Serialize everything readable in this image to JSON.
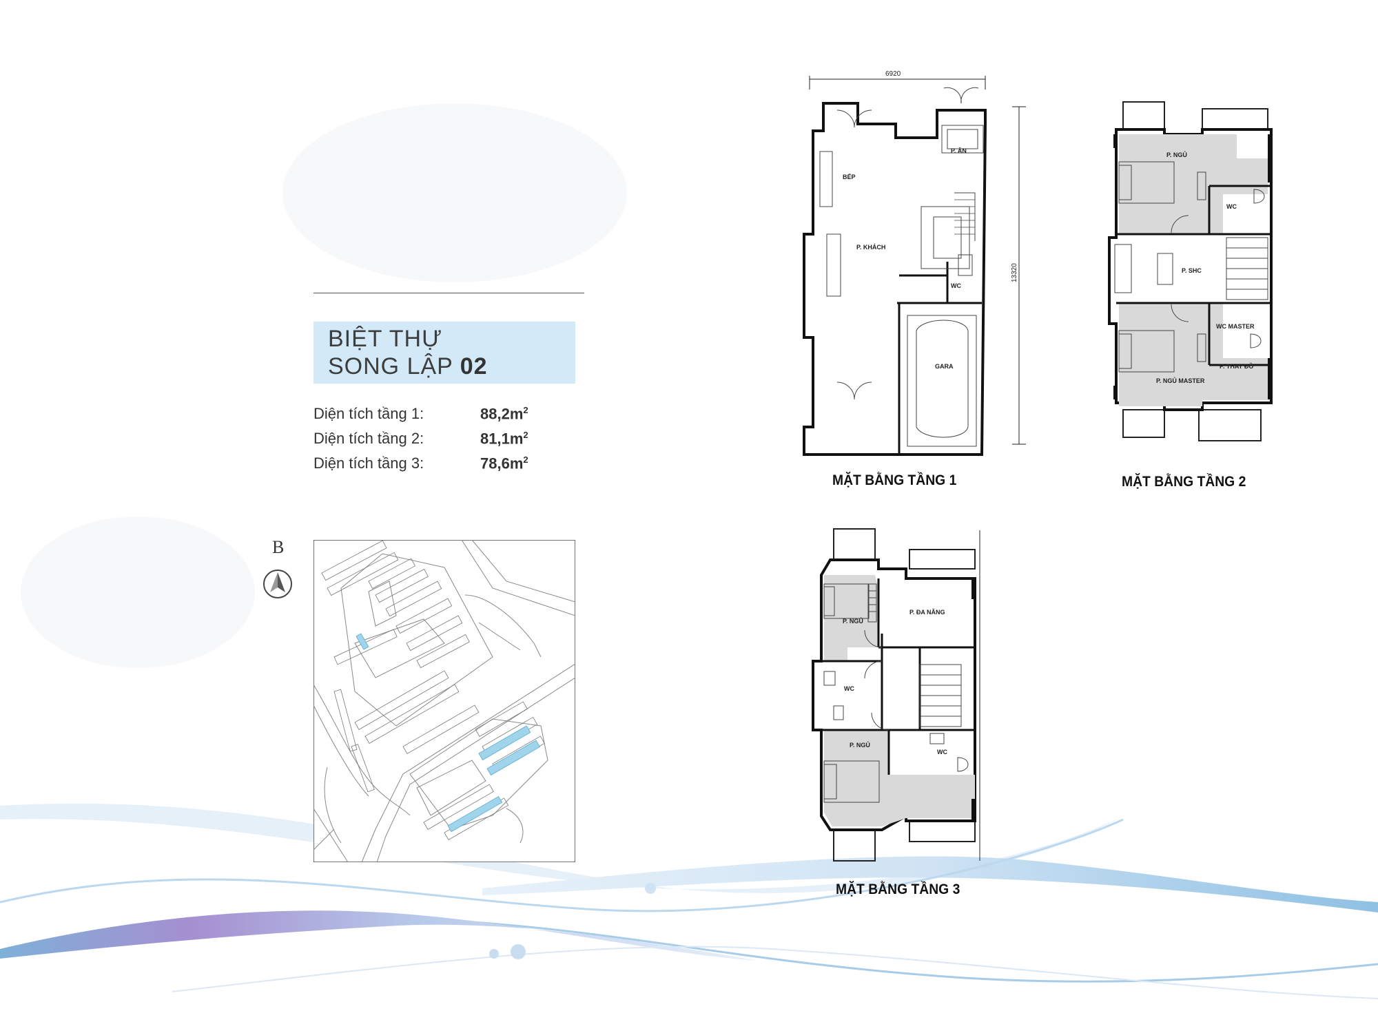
{
  "title": {
    "line1": "BIỆT THỰ",
    "line2_text": "SONG LẬP",
    "line2_number": "02"
  },
  "areas": [
    {
      "label": "Diện tích tầng 1:",
      "value": "88,2m",
      "unit": "2"
    },
    {
      "label": "Diện tích tầng 2:",
      "value": "81,1m",
      "unit": "2"
    },
    {
      "label": "Diện tích tầng 3:",
      "value": "78,6m",
      "unit": "2"
    }
  ],
  "north_letter": "B",
  "site_plan": {
    "highlight_color": "#9fd4ea"
  },
  "floor1": {
    "caption": "MẶT BẰNG TẦNG 1",
    "dim_width": "6920",
    "dim_height": "13320",
    "rooms": {
      "dining": "P. ĂN",
      "kitchen": "BẾP",
      "living": "P. KHÁCH",
      "wc": "WC",
      "garage": "GARA"
    }
  },
  "floor2": {
    "caption": "MẶT BẰNG TẦNG 2",
    "rooms": {
      "bed": "P. NGỦ",
      "wc": "WC",
      "family": "P. SHC",
      "wc_master": "WC MASTER",
      "master": "P. NGỦ MASTER",
      "dress": "P. THAY ĐỒ"
    }
  },
  "floor3": {
    "caption": "MẶT BẰNG TẦNG 3",
    "rooms": {
      "bed1": "P. NGỦ",
      "multi": "P. ĐA NĂNG",
      "wc1": "WC",
      "bed2": "P. NGỦ",
      "wc2": "WC"
    }
  }
}
